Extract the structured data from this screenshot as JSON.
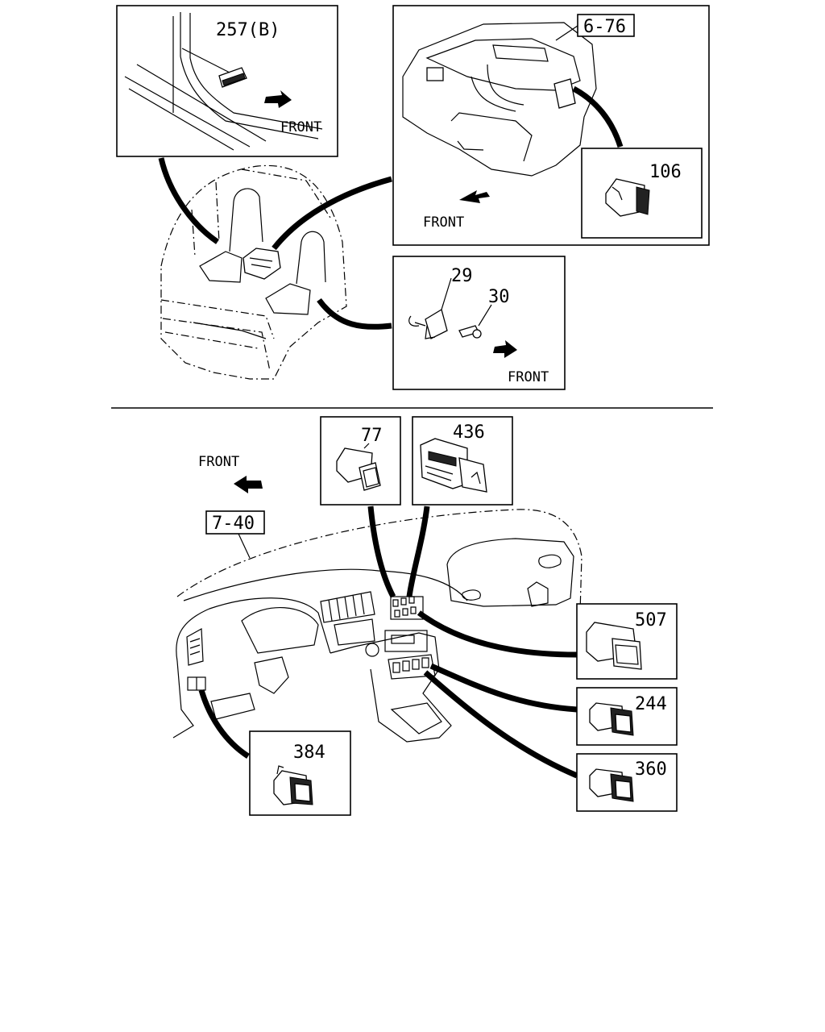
{
  "top": {
    "panel_left": {
      "part_label": "257(B)",
      "front_label": "FRONT"
    },
    "panel_right": {
      "ref_label": "6-76",
      "part_label": "106",
      "front_label": "FRONT"
    },
    "panel_bottom": {
      "part_label_a": "29",
      "part_label_b": "30",
      "front_label": "FRONT"
    }
  },
  "bottom": {
    "front_label": "FRONT",
    "ref_label": "7-40",
    "parts": {
      "p77": "77",
      "p436": "436",
      "p507": "507",
      "p244": "244",
      "p360": "360",
      "p384": "384"
    }
  }
}
